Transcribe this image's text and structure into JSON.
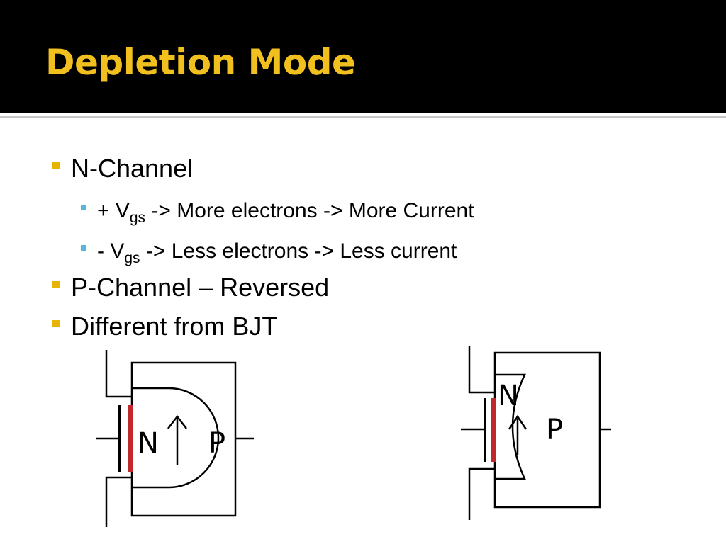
{
  "slide": {
    "title": "Depletion Mode",
    "bullets": [
      {
        "text": "N-Channel"
      },
      {
        "prefix": "+ V",
        "subscript": "gs",
        "suffix": " -> More electrons -> More Current"
      },
      {
        "prefix": "-  V",
        "subscript": "gs",
        "suffix": " -> Less electrons -> Less current"
      },
      {
        "text": "P-Channel – Reversed"
      },
      {
        "text": "Different from BJT"
      }
    ]
  },
  "diagrams": {
    "left": {
      "channel_label": "N",
      "substrate_label": "P"
    },
    "right": {
      "channel_label": "N",
      "substrate_label": "P"
    },
    "colors": {
      "gate_oxide": "#c0282c",
      "title": "#f2c01e",
      "bullet_lvl1": "#e8b200",
      "bullet_lvl2": "#56b6d8"
    }
  }
}
